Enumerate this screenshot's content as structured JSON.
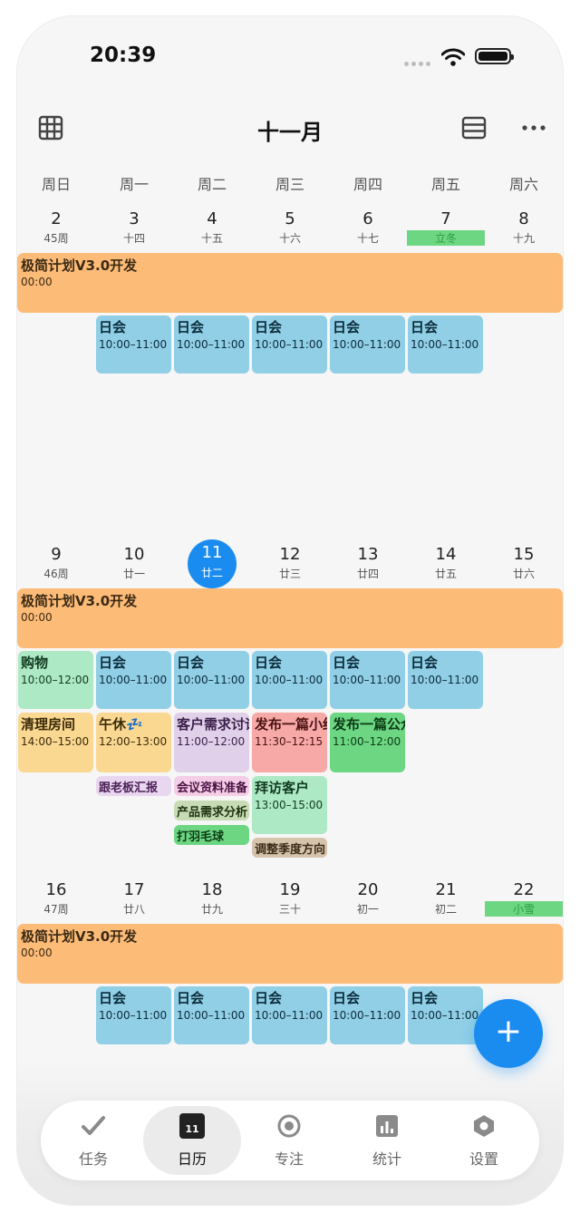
{
  "status": {
    "time": "20:39"
  },
  "header": {
    "title": "十一月"
  },
  "weekdays": [
    "周日",
    "周一",
    "周二",
    "周三",
    "周四",
    "周五",
    "周六"
  ],
  "weeks": [
    {
      "days": [
        {
          "num": "2",
          "sub": "45周"
        },
        {
          "num": "3",
          "sub": "十四"
        },
        {
          "num": "4",
          "sub": "十五"
        },
        {
          "num": "5",
          "sub": "十六"
        },
        {
          "num": "6",
          "sub": "十七"
        },
        {
          "num": "7",
          "sub": "立冬"
        },
        {
          "num": "8",
          "sub": "十九"
        }
      ]
    },
    {
      "days": [
        {
          "num": "9",
          "sub": "46周"
        },
        {
          "num": "10",
          "sub": "廿一"
        },
        {
          "num": "11",
          "sub": "廿二"
        },
        {
          "num": "12",
          "sub": "廿三"
        },
        {
          "num": "13",
          "sub": "廿四"
        },
        {
          "num": "14",
          "sub": "廿五"
        },
        {
          "num": "15",
          "sub": "廿六"
        }
      ]
    },
    {
      "days": [
        {
          "num": "16",
          "sub": "47周"
        },
        {
          "num": "17",
          "sub": "廿八"
        },
        {
          "num": "18",
          "sub": "廿九"
        },
        {
          "num": "19",
          "sub": "三十"
        },
        {
          "num": "20",
          "sub": "初一"
        },
        {
          "num": "21",
          "sub": "初二"
        },
        {
          "num": "22",
          "sub": "小雪"
        }
      ]
    }
  ],
  "allday": {
    "title": "极简计划V3.0开发",
    "time": "00:00"
  },
  "daily": {
    "title": "日会",
    "time": "10:00–11:00"
  },
  "events": {
    "shopping": {
      "title": "购物",
      "time": "10:00–12:00"
    },
    "clean": {
      "title": "清理房间",
      "time": "14:00–15:00"
    },
    "nap": {
      "title": "午休💤",
      "time": "12:00–13:00"
    },
    "req": {
      "title": "客户需求讨论",
      "time": "11:00–12:00"
    },
    "post": {
      "title": "发布一篇小红书",
      "time": "11:30–12:15"
    },
    "post2": {
      "title": "发布一篇公众号",
      "time": "11:00–12:00"
    },
    "report": {
      "title": "跟老板汇报"
    },
    "meetdoc": {
      "title": "会议资料准备"
    },
    "prodreq": {
      "title": "产品需求分析"
    },
    "badminton": {
      "title": "打羽毛球"
    },
    "visit": {
      "title": "拜访客户",
      "time": "13:00–15:00"
    },
    "adjust": {
      "title": "调整季度方向"
    }
  },
  "nav": [
    {
      "label": "任务",
      "icon": "check-icon"
    },
    {
      "label": "日历",
      "icon": "calendar-icon",
      "badge": "11"
    },
    {
      "label": "专注",
      "icon": "focus-icon"
    },
    {
      "label": "统计",
      "icon": "stats-icon"
    },
    {
      "label": "设置",
      "icon": "settings-icon"
    }
  ],
  "fab": {
    "label": "+"
  },
  "colors": {
    "accent": "#1a8cf0",
    "allday": "#fdbb78",
    "daily": "#90cfe6"
  }
}
